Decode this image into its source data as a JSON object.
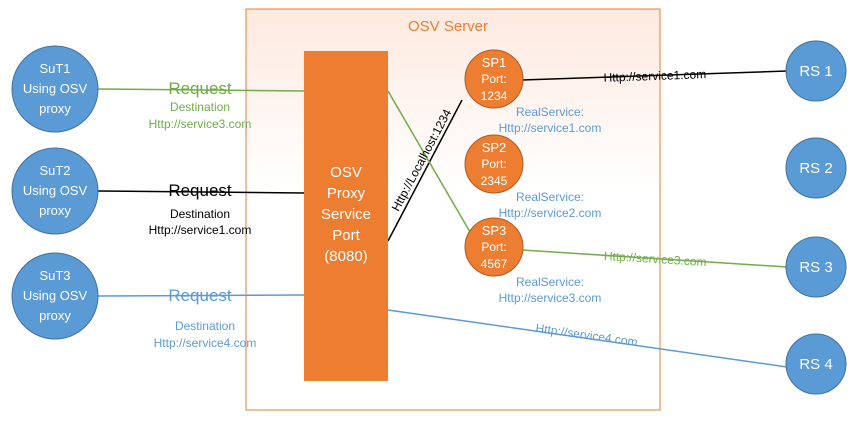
{
  "server": {
    "title": "OSV Server"
  },
  "proxy": {
    "lines": [
      "OSV",
      "Proxy",
      "Service",
      "Port",
      "(8080)"
    ]
  },
  "clients": [
    {
      "name": "SuT1",
      "line2": "Using OSV",
      "line3": "proxy",
      "request": "Request",
      "dest_label": "Destination",
      "dest_url": "Http://service3.com",
      "color": "#70ad47"
    },
    {
      "name": "SuT2",
      "line2": "Using OSV",
      "line3": "proxy",
      "request": "Request",
      "dest_label": "Destination",
      "dest_url": "Http://service1.com",
      "color": "#000000"
    },
    {
      "name": "SuT3",
      "line2": "Using OSV",
      "line3": "proxy",
      "request": "Request",
      "dest_label": "Destination",
      "dest_url": "Http://service4.com",
      "color": "#5b9bd5"
    }
  ],
  "service_ports": [
    {
      "name": "SP1",
      "port_label": "Port:",
      "port": "1234",
      "real_label": "RealService:",
      "real_url": "Http://service1.com"
    },
    {
      "name": "SP2",
      "port_label": "Port:",
      "port": "2345",
      "real_label": "RealService:",
      "real_url": "Http://service2.com"
    },
    {
      "name": "SP3",
      "port_label": "Port:",
      "port": "4567",
      "real_label": "RealService:",
      "real_url": "Http://service3.com"
    }
  ],
  "real_services": [
    "RS 1",
    "RS 2",
    "RS 3",
    "RS 4"
  ],
  "links": {
    "localhost": "Http://Localhost:1234",
    "sp1_rs1": "Http://service1.com",
    "sp3_rs3": "Http://service3.com",
    "proxy_rs4": "Http://service4.com"
  },
  "colors": {
    "blue_node": "#5b9bd5",
    "orange": "#ed7d31",
    "green": "#70ad47",
    "black": "#000000",
    "server_border": "#ed7d31",
    "server_fill_top": "#fdeee6"
  }
}
